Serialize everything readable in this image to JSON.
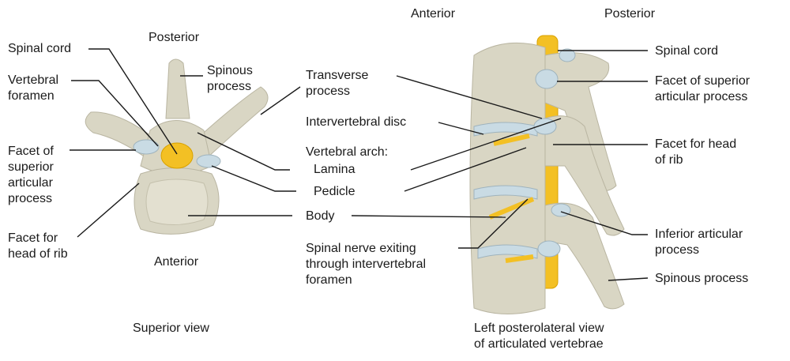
{
  "superior": {
    "posterior": "Posterior",
    "anterior": "Anterior",
    "spinal_cord": "Spinal cord",
    "vertebral_foramen": "Vertebral\nforamen",
    "facet_superior": "Facet of\nsuperior\narticular\nprocess",
    "facet_rib": "Facet for\nhead of rib",
    "spinous_process": "Spinous\nprocess",
    "caption": "Superior view"
  },
  "shared": {
    "transverse_process": "Transverse\nprocess",
    "intervertebral_disc": "Intervertebral disc",
    "vertebral_arch": "Vertebral arch:",
    "lamina": "Lamina",
    "pedicle": "Pedicle",
    "body": "Body",
    "spinal_nerve": "Spinal nerve exiting\nthrough intervertebral\nforamen"
  },
  "lateral": {
    "anterior": "Anterior",
    "posterior": "Posterior",
    "spinal_cord": "Spinal cord",
    "facet_superior": "Facet of superior\narticular process",
    "facet_rib": "Facet for head\nof rib",
    "inferior_articular": "Inferior articular\nprocess",
    "spinous_process": "Spinous process",
    "caption": "Left posterolateral view\nof articulated vertebrae"
  },
  "colors": {
    "bone": "#d9d6c4",
    "bone_shadow": "#b9b5a1",
    "cord": "#f3c024",
    "cartilage": "#c9dbe4",
    "line": "#1a1a1a"
  }
}
